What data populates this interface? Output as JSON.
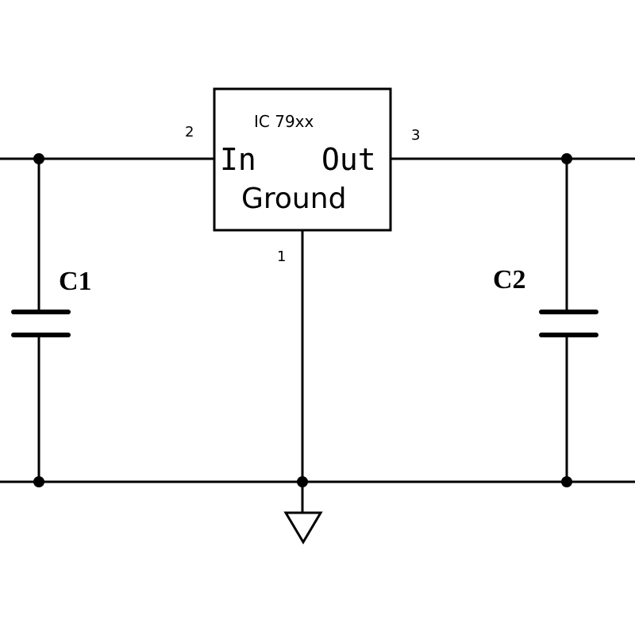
{
  "regulator": {
    "title": "IC 79xx",
    "input_label": "In",
    "output_label": "Out",
    "ground_label": "Ground",
    "pin_input": "2",
    "pin_output": "3",
    "pin_ground": "1"
  },
  "capacitors": {
    "left_label": "C1",
    "right_label": "C2"
  },
  "colors": {
    "line": "#000000",
    "background": "#ffffff"
  },
  "icons": {
    "ground_symbol": "ground-icon",
    "junction": "junction-dot"
  }
}
